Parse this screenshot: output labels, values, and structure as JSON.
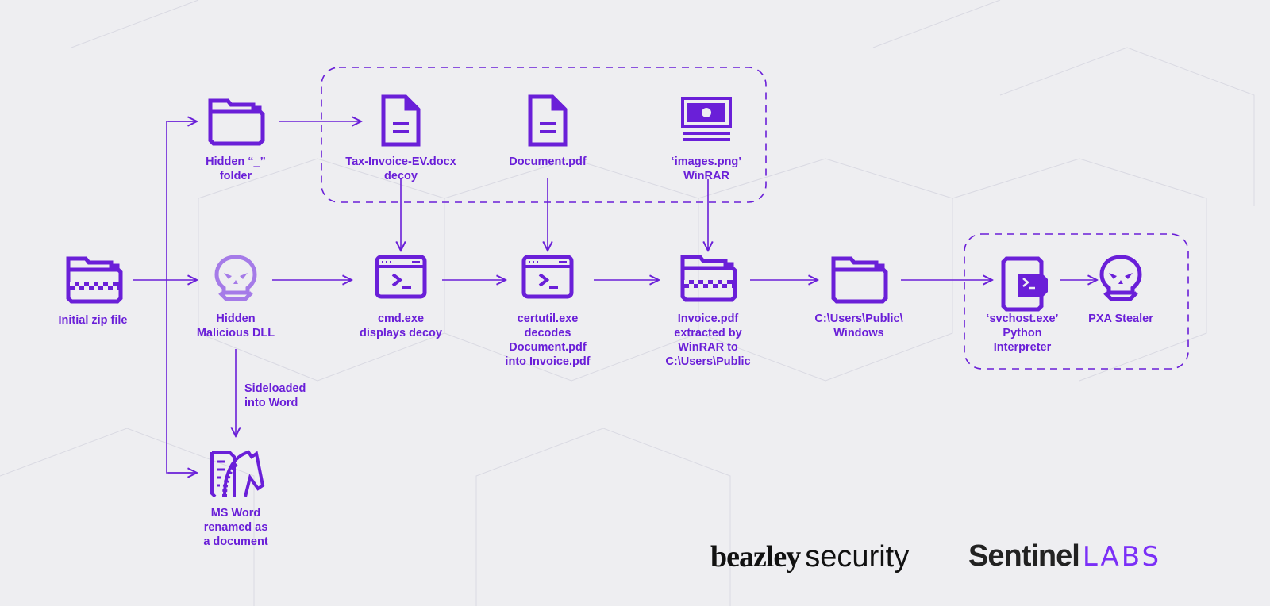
{
  "colors": {
    "accent": "#6a1fd8",
    "background": "#eeeef1"
  },
  "nodes": {
    "zip": {
      "label": "Initial zip file",
      "icon": "zip-folder-icon"
    },
    "hidden_folder": {
      "label": "Hidden “_”\nfolder",
      "icon": "folder-icon"
    },
    "dll": {
      "label": "Hidden\nMalicious DLL",
      "icon": "skull-icon"
    },
    "word": {
      "label": "MS Word\nrenamed as\na document",
      "icon": "trojan-document-icon"
    },
    "docx": {
      "label": "Tax-Invoice-EV.docx\ndecoy",
      "icon": "document-icon"
    },
    "pdf": {
      "label": "Document.pdf",
      "icon": "document-icon"
    },
    "png": {
      "label": "‘images.png’\nWinRAR",
      "icon": "image-stack-icon"
    },
    "cmd": {
      "label": "cmd.exe\ndisplays decoy",
      "icon": "terminal-icon"
    },
    "certutil": {
      "label": "certutil.exe\ndecodes\nDocument.pdf\ninto Invoice.pdf",
      "icon": "terminal-icon"
    },
    "invoice": {
      "label": "Invoice.pdf\nextracted by\nWinRAR to\nC:\\Users\\Public",
      "icon": "zip-folder-icon"
    },
    "public": {
      "label": "C:\\Users\\Public\\\nWindows",
      "icon": "folder-icon"
    },
    "svchost": {
      "label": "‘svchost.exe’\nPython\nInterpreter",
      "icon": "script-file-icon"
    },
    "pxa": {
      "label": "PXA Stealer",
      "icon": "skull-icon"
    }
  },
  "edge_labels": {
    "sideload": "Sideloaded\ninto Word"
  },
  "logos": {
    "beazley_bold": "beazley",
    "beazley_light": "security",
    "sentinel": "Sentinel",
    "labs": "LABS"
  }
}
